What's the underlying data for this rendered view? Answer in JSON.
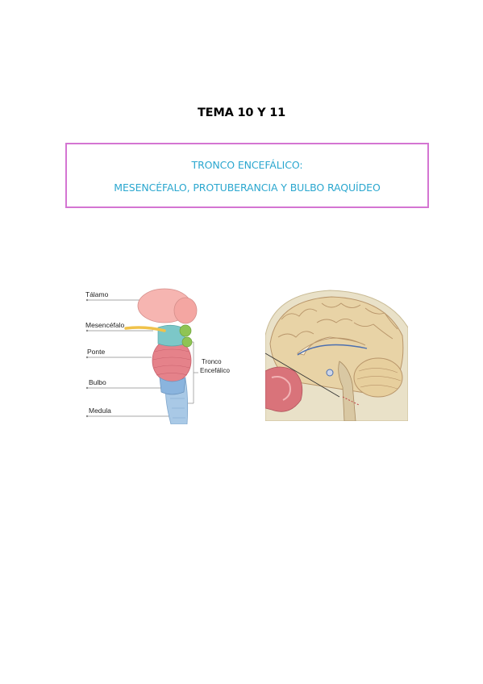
{
  "heading": "TEMA 10 Y 11",
  "title": {
    "line1": "TRONCO ENCEFÁLICO:",
    "line2": "MESENCÉFALO, PROTUBERANCIA Y BULBO RAQUÍDEO"
  },
  "figure_left": {
    "labels": {
      "talamo": "Tálamo",
      "mesencefalo": "Mesencéfalo",
      "ponte": "Ponte",
      "bulbo": "Bulbo",
      "medula": "Medula",
      "tronco_1": "Tronco",
      "tronco_2": "Encefálico"
    }
  },
  "colors": {
    "title_blue": "#2ba7cf",
    "box_border": "#d475d2"
  }
}
